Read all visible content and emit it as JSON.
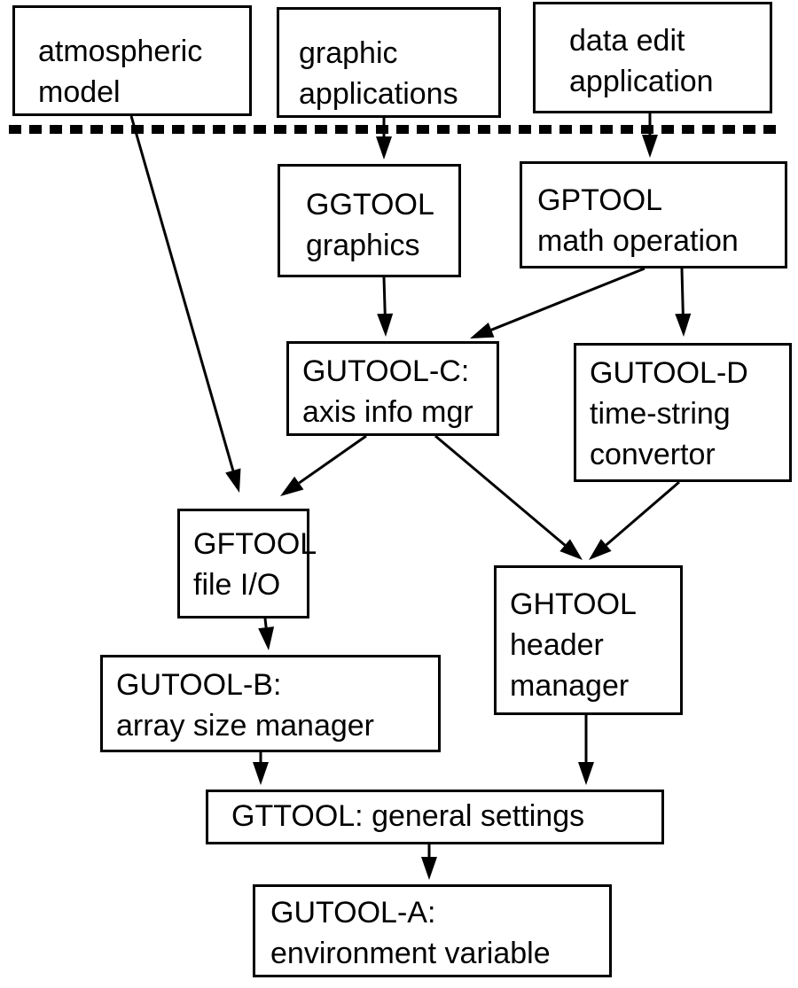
{
  "diagram": {
    "title": "GTOOL library dependency structure",
    "separator_style": "dashed",
    "nodes": [
      {
        "id": "atmos",
        "lines": [
          "atmospheric",
          "model"
        ]
      },
      {
        "id": "graphicapp",
        "lines": [
          "graphic",
          "applications"
        ]
      },
      {
        "id": "dataedit",
        "lines": [
          "data edit",
          "application"
        ]
      },
      {
        "id": "ggtool",
        "lines": [
          "GGTOOL",
          "graphics"
        ]
      },
      {
        "id": "gptool",
        "lines": [
          "GPTOOL",
          "math operation"
        ]
      },
      {
        "id": "gutoolc",
        "lines": [
          "GUTOOL-C:",
          "axis info mgr"
        ]
      },
      {
        "id": "gutoold",
        "lines": [
          "GUTOOL-D",
          "time-string",
          "convertor"
        ]
      },
      {
        "id": "gftool",
        "lines": [
          "GFTOOL",
          "file I/O"
        ]
      },
      {
        "id": "ghtool",
        "lines": [
          "GHTOOL",
          "header",
          "manager"
        ]
      },
      {
        "id": "gutoolb",
        "lines": [
          "GUTOOL-B:",
          "array size manager"
        ]
      },
      {
        "id": "gttool",
        "lines": [
          "GTTOOL: general settings"
        ]
      },
      {
        "id": "gutoola",
        "lines": [
          "GUTOOL-A:",
          "environment variable"
        ]
      }
    ],
    "edges": [
      {
        "from": "atmos",
        "to": "gftool"
      },
      {
        "from": "graphicapp",
        "to": "ggtool"
      },
      {
        "from": "dataedit",
        "to": "gptool"
      },
      {
        "from": "ggtool",
        "to": "gutoolc"
      },
      {
        "from": "gptool",
        "to": "gutoolc"
      },
      {
        "from": "gptool",
        "to": "gutoold"
      },
      {
        "from": "gutoolc",
        "to": "gftool"
      },
      {
        "from": "gutoolc",
        "to": "ghtool"
      },
      {
        "from": "gutoold",
        "to": "ghtool"
      },
      {
        "from": "gftool",
        "to": "gutoolb"
      },
      {
        "from": "gutoolb",
        "to": "gttool"
      },
      {
        "from": "ghtool",
        "to": "gttool"
      },
      {
        "from": "gttool",
        "to": "gutoola"
      }
    ]
  }
}
